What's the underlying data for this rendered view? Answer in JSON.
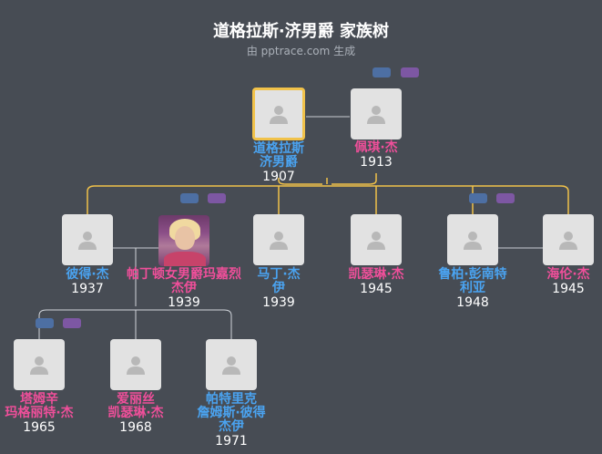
{
  "header": {
    "title": "道格拉斯·济男爵 家族树",
    "subtitle": "由 pptrace.com 生成"
  },
  "colors": {
    "background": "#474c54",
    "male": "#4aa3f0",
    "female": "#ef4f9a",
    "focus_border": "#f1c24a",
    "ancestor_line": "#f1c24a",
    "descendant_line": "#d0d4da"
  },
  "people": {
    "douglas": {
      "name_line1": "道格拉斯",
      "name_line2": "济男爵",
      "year": "1907"
    },
    "peggy": {
      "name_line1": "佩琪·杰",
      "year": "1913"
    },
    "peter": {
      "name_line1": "彼得·杰",
      "year": "1937"
    },
    "margaret": {
      "name_line1": "帕丁顿女男爵玛嘉烈",
      "name_line2": "杰伊",
      "year": "1939"
    },
    "martin": {
      "name_line1": "马丁·杰",
      "name_line2": "伊",
      "year": "1939"
    },
    "catherine": {
      "name_line1": "凯瑟琳·杰",
      "year": "1945"
    },
    "lubertley": {
      "name_line1": "鲁柏·彭南特",
      "name_line2": "利亚",
      "year": "1948"
    },
    "helen": {
      "name_line1": "海伦·杰",
      "year": "1945"
    },
    "tamsin": {
      "name_line1": "塔姆辛",
      "name_line2": "玛格丽特·杰",
      "year": "1965"
    },
    "alice": {
      "name_line1": "爱丽丝",
      "name_line2": "凯瑟琳·杰",
      "year": "1968"
    },
    "patrick": {
      "name_line1": "帕特里克",
      "name_line2": "詹姆斯·彼得",
      "name_line3": "杰伊",
      "year": "1971"
    }
  }
}
